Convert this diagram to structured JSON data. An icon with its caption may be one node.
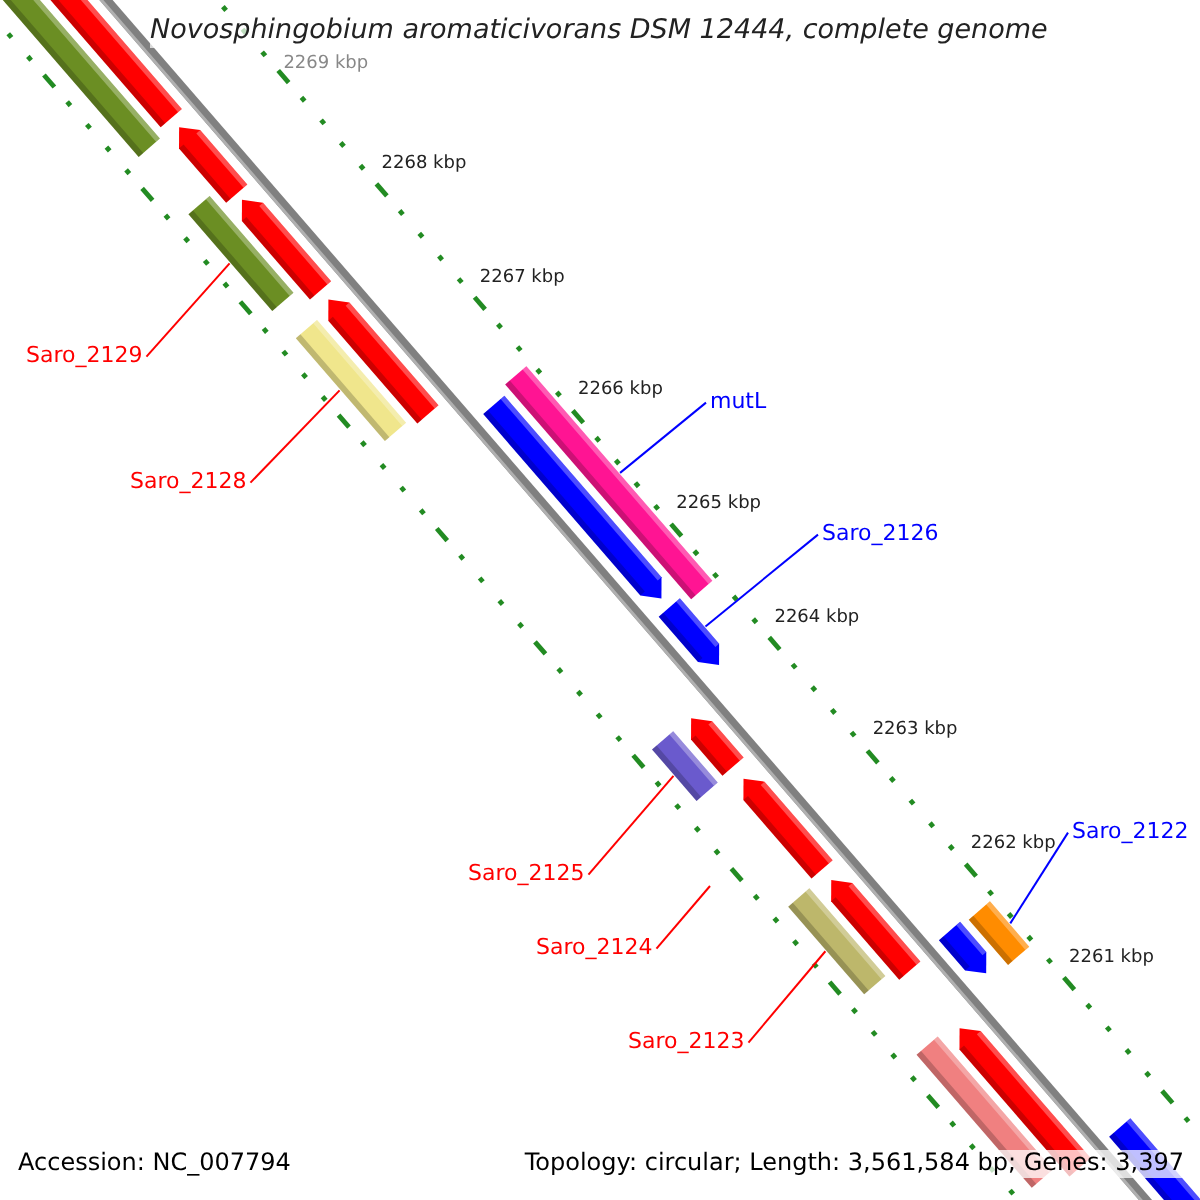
{
  "diagram": {
    "title": "Novosphingobium aromaticivorans DSM 12444, complete genome",
    "nodes": [
      {
        "text": [
          "Saro_2129"
        ]
      },
      {
        "text": [],
        "shape": "bar"
      },
      {
        "text": [
          "Saro_2128"
        ]
      },
      {
        "text": [],
        "shape": "bar"
      },
      {
        "text": [
          "mutL"
        ]
      },
      {
        "text": [],
        "shape": "bar"
      },
      {
        "text": [
          "Saro_2126"
        ]
      },
      {
        "text": [],
        "shape": "arrow"
      },
      {
        "text": [
          "Saro_2125"
        ]
      },
      {
        "text": [],
        "shape": "bar"
      },
      {
        "text": [
          "Saro_2124"
        ]
      },
      {
        "text": [
          "Saro_2123"
        ]
      },
      {
        "text": [],
        "shape": "bar"
      },
      {
        "text": [
          "Saro_2122"
        ]
      },
      {
        "text": [],
        "shape": "bar"
      }
    ],
    "edges": [
      {
        "from": 0,
        "to": 1,
        "arrow": "none"
      },
      {
        "from": 2,
        "to": 3,
        "arrow": "none"
      },
      {
        "from": 4,
        "to": 5,
        "arrow": "none",
        "color": "#0000ff"
      },
      {
        "from": 6,
        "to": 7,
        "arrow": "none",
        "color": "#0000ff"
      },
      {
        "from": 8,
        "to": 9,
        "arrow": "none"
      },
      {
        "from": 10,
        "to": null,
        "arrow": "none"
      },
      {
        "from": 11,
        "to": 12,
        "arrow": "none"
      },
      {
        "from": 13,
        "to": 14,
        "arrow": "none",
        "color": "#0000ff"
      }
    ],
    "labels": [
      "2269 kbp",
      "2268 kbp",
      "2267 kbp",
      "2266 kbp",
      "2265 kbp",
      "2264 kbp",
      "2263 kbp",
      "2262 kbp",
      "2261 kbp",
      "Accession: NC_007794",
      "Topology: circular; Length: 3,561,584 bp; Genes: 3,397"
    ]
  }
}
